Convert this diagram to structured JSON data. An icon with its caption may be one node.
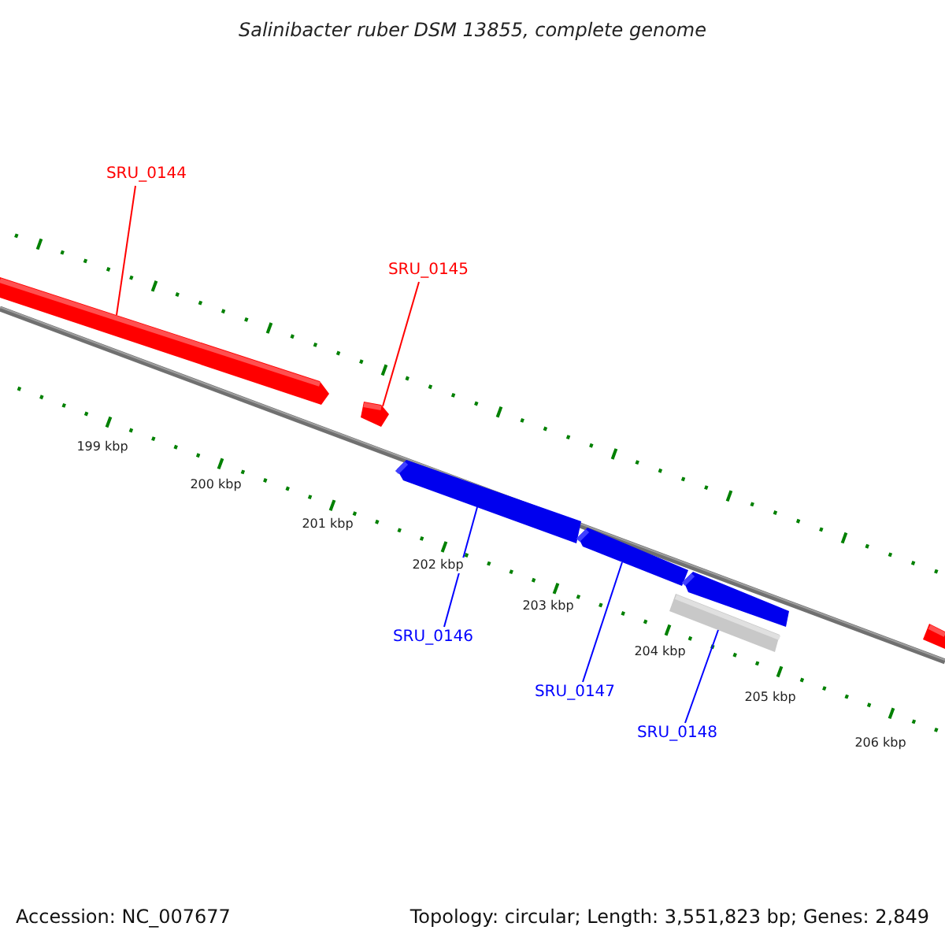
{
  "diagram": {
    "title": "Salinibacter ruber DSM 13855, complete genome",
    "nodes": [
      {
        "text": [
          "SRU_0144"
        ]
      },
      {
        "text": [],
        "shape": "arrow"
      },
      {
        "text": [
          "SRU_0145"
        ]
      },
      {
        "text": [],
        "shape": "arrow"
      },
      {
        "text": [
          "SRU_0146"
        ]
      },
      {
        "text": [],
        "shape": "arrow"
      },
      {
        "text": [
          "SRU_0147"
        ]
      },
      {
        "text": [],
        "shape": "arrow"
      },
      {
        "text": [],
        "shape": "arrow"
      },
      {
        "text": [
          "SRU_0148"
        ]
      },
      {
        "text": [],
        "shape": "bar"
      },
      {
        "text": [],
        "shape": "bar"
      }
    ],
    "edges": [
      {
        "from": 0,
        "to": 1,
        "arrow": "none",
        "color": "#ff0000"
      },
      {
        "from": 2,
        "to": 3,
        "arrow": "none",
        "color": "#ff0000"
      },
      {
        "from": 4,
        "to": 5,
        "arrow": "none"
      },
      {
        "from": 6,
        "to": 7,
        "arrow": "none"
      },
      {
        "from": 9,
        "to": 10,
        "arrow": "none"
      }
    ],
    "labels": [
      "199 kbp",
      "200 kbp",
      "201 kbp",
      "202 kbp",
      "203 kbp",
      "204 kbp",
      "205 kbp",
      "206 kbp",
      "Accession: NC_007677",
      "Topology: circular; Length: 3,551,823 bp; Genes: 2,849"
    ]
  }
}
